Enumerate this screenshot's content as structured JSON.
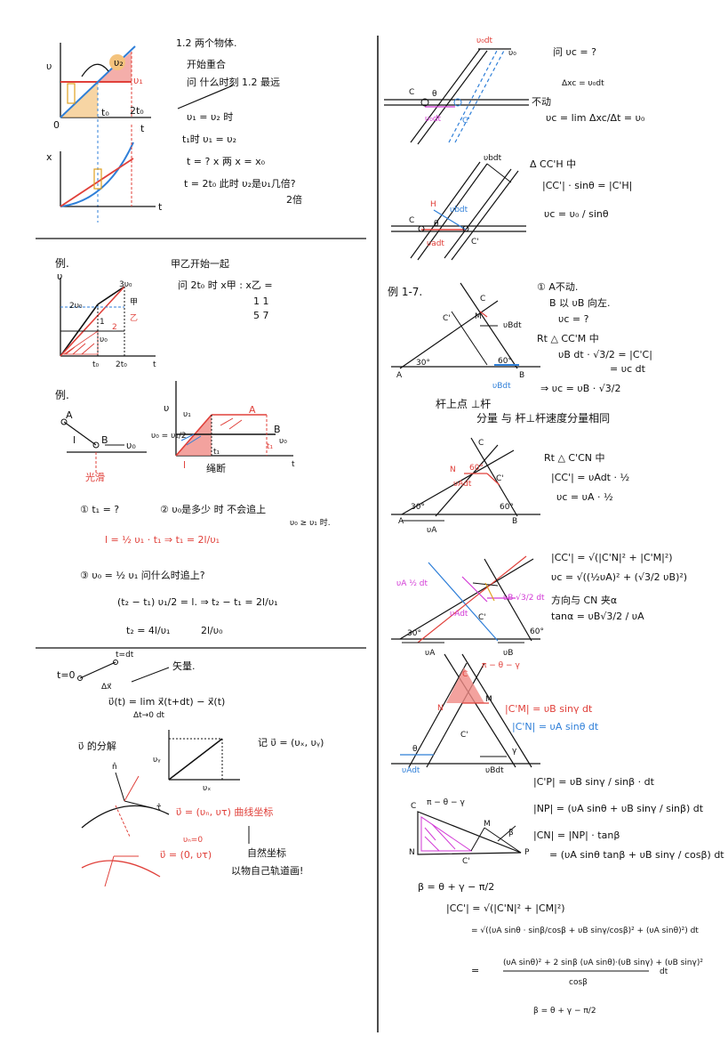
{
  "left": {
    "s1": {
      "l1": "1.2 两个物体.",
      "l2": "开始重合",
      "l3": "问 什么时刻 1.2 最远",
      "l4": "υ₁ = υ₂ 时",
      "l5": "t₁时  υ₁ = υ₂",
      "l6": "t = ?   x 两 x = x₀",
      "l7": "t = 2t₀  此时 υ₂是υ₁几倍?",
      "l8": "2倍",
      "ax_v": "υ",
      "ax_x": "x",
      "ax_t": "t",
      "t0": "t₀",
      "t2": "2t₀",
      "u1": "υ₁",
      "u2": "υ₂",
      "o": "0"
    },
    "s2": {
      "ex": "例.",
      "l1": "甲乙开始一起",
      "l2": "问 2t₀ 时   x甲 : x乙 =",
      "r1": "1     1",
      "r2": "5     7",
      "ax_v": "υ",
      "v3": "3υ₀",
      "v2": "2υ₀",
      "v1": "υ₀",
      "t0": "t₀",
      "t2": "2t₀",
      "t": "t",
      "jia": "甲",
      "yi": "乙",
      "n1": "1",
      "n2": "2"
    },
    "s3": {
      "ex": "例.",
      "A": "A",
      "B": "B",
      "l": "l",
      "v0": "υ₀",
      "light": "光滑",
      "u": "υ",
      "u1": "υ₁",
      "ub": "υ₀ = υ₁/2",
      "ub2": "υ₀",
      "t1": "t₁",
      "tt": "t",
      "rope": "绳断",
      "q1": "① t₁ = ?",
      "q2": "② υ₀是多少 时 不会追上",
      "q2b": "υ₀ ≥ υ₁ 时.",
      "f1": "l = ½ υ₁ · t₁  ⇒  t₁ = 2l/υ₁",
      "q3": "③ υ₀ = ½ υ₁  问什么时追上?",
      "f2": "(t₂ − t₁) υ₁/2 = l.  ⇒  t₂ − t₁ = 2l/υ₁",
      "f3": "t₂ = 4l/υ₁",
      "f4": "2l/υ₀"
    },
    "s4": {
      "t0": "t=0",
      "t1": "t=dt",
      "dx": "Δx⃗",
      "vec": "矢量.",
      "def": "υ⃗(t) = lim       x⃗(t+dt) − x⃗(t)",
      "def2": "Δt→0              dt",
      "dec": "υ⃗ 的分解",
      "note": "记 υ⃗ = (υₓ, υᵧ)",
      "ux": "υₓ",
      "uy": "υᵧ",
      "curve": "υ⃗ = (υₙ, υτ)  曲线坐标",
      "nat": "υ⃗ = (0, υτ)",
      "un0": "υₙ=0",
      "natural": "自然坐标",
      "own": "以物自己轨道画!",
      "n": "n̂",
      "tau": "τ̂"
    }
  },
  "right": {
    "r1": {
      "q": "问 υc = ?",
      "dx": "Δxc = υ₀dt",
      "still": "不动",
      "f": "υc = lim Δxc/Δt = υ₀",
      "top": "υ₀dt",
      "v0": "υ₀",
      "theta": "θ",
      "C": "C",
      "C2": "C'",
      "uad": "υ₀dt",
      "ubd": "υ₀dt"
    },
    "r2": {
      "l1": "Δ CC'H 中",
      "l2": "|CC'| · sinθ = |C'H|",
      "l3": "υc = υ₀ / sinθ",
      "ubdt": "υbdt",
      "uadt": "υadt",
      "uatdt": "υbdt",
      "H": "H",
      "C": "C",
      "C2": "C'",
      "theta": "θ"
    },
    "r3": {
      "ex": "例 1-7.",
      "a1": "① A不动.",
      "a2": "B 以 υB 向左.",
      "a3": "υc = ?",
      "a4": "Rt △ CC'M 中",
      "a5": "υB dt · √3/2 = |C'C|",
      "a6": "= υc dt",
      "a7": "⇒ υc = υB · √3/2",
      "c": "C",
      "c2": "C'",
      "m": "M",
      "A": "A",
      "B": "B",
      "d30": "30°",
      "d60": "60°",
      "ubdt": "υBdt",
      "ubdt2": "υBdt",
      "l1": "杆上点 ⊥杆",
      "l2": "分量 与 杆⊥杆速度分量相同"
    },
    "r4": {
      "l1": "Rt △ C'CN 中",
      "l2": "|CC'| = υAdt · ½",
      "l3": "υc = υA · ½",
      "N": "N",
      "C": "C",
      "C2": "C'",
      "A": "A",
      "B": "B",
      "d30": "30°",
      "d60": "60°",
      "d60b": "60°",
      "uadt": "υAdt",
      "ua": "υA"
    },
    "r5": {
      "l1": "|CC'| = √(|C'N|² + |C'M|²)",
      "l2": "υc = √((½υA)² + (√3/2 υB)²)",
      "l3": "方向与 CN 夹α",
      "l4": "tanα = υB√3/2 / υA",
      "half": "υA ½ dt",
      "ubh": "υB √3/2 dt",
      "uadt": "υAdt",
      "ua": "υA",
      "ub": "υB",
      "d30": "30°",
      "d60": "60°",
      "c": "C",
      "c2": "C'"
    },
    "r6": {
      "ang": "π − θ − γ",
      "cm": "|C'M| = υB sinγ dt",
      "cn": "|C'N| = υA sinθ dt",
      "theta": "θ",
      "gamma": "γ",
      "uadt": "υAdt",
      "ubdt": "υBdt",
      "C": "C",
      "C2": "C'",
      "N": "N",
      "M": "M"
    },
    "r7": {
      "l1": "|C'P| = υB sinγ / sinβ · dt",
      "l2": "|NP| = (υA sinθ + υB sinγ / sinβ) dt",
      "l3": "|CN| = |NP| · tanβ",
      "l4": "= (υA sinθ tanβ + υB sinγ / cosβ) dt",
      "ang": "π − θ − γ",
      "beta": "β = θ + γ − π/2",
      "e1": "|CC'| = √(|C'N|² + |CM|²)",
      "e2": "= √((υA sinθ · sinβ/cosβ + υB sinγ/cosβ)² + (υA sinθ)²) dt",
      "e3n": "(υA sinθ)² + 2 sinβ (υA sinθ)·(υB sinγ) + (υB sinγ)²",
      "e3d": "cosβ",
      "e3": "=",
      "dt": "dt",
      "last": "β = θ + γ − π/2",
      "C": "C",
      "N": "N",
      "C2": "C'",
      "P": "P",
      "M": "M",
      "b": "β"
    }
  }
}
